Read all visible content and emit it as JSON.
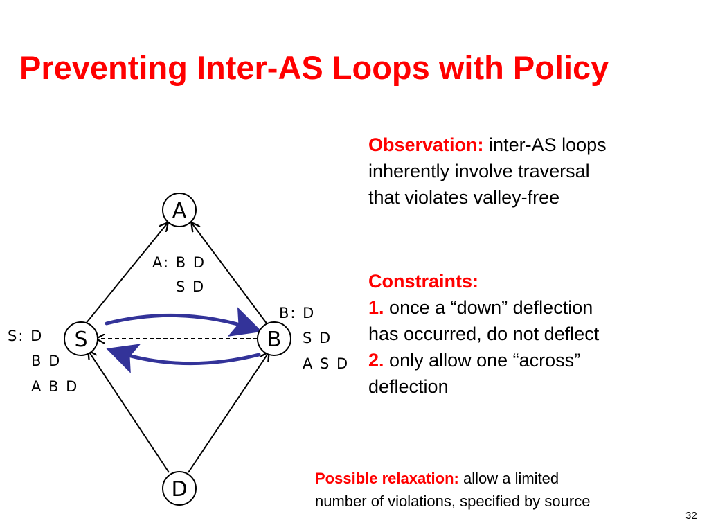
{
  "slide": {
    "title": "Preventing Inter-AS Loops with Policy",
    "observation": {
      "heading": "Observation:",
      "lines": [
        "inter-AS loops",
        "inherently involve traversal",
        "that violates valley-free"
      ]
    },
    "constraints": {
      "heading": "Constraints:",
      "item1_num": "1.",
      "item1_line1": "once a “down” deflection",
      "item1_line2": "has occurred, do not deflect",
      "item2_num": "2.",
      "item2_line1": "only allow one “across”",
      "item2_line2": "deflection"
    },
    "relaxation": {
      "heading": "Possible relaxation:",
      "line1": "allow a limited",
      "line2": "number of violations, specified by source"
    },
    "page_number": "32"
  },
  "diagram": {
    "nodes": {
      "a": "A",
      "s": "S",
      "b": "B",
      "d": "D"
    },
    "routes": {
      "a": [
        "A: B D",
        "S D"
      ],
      "s": [
        "S: D",
        "B D",
        "A B D"
      ],
      "b": [
        "B: D",
        "S D",
        "A S D"
      ]
    },
    "colors": {
      "loop_arrow": "#333399",
      "edge": "#000000"
    }
  }
}
